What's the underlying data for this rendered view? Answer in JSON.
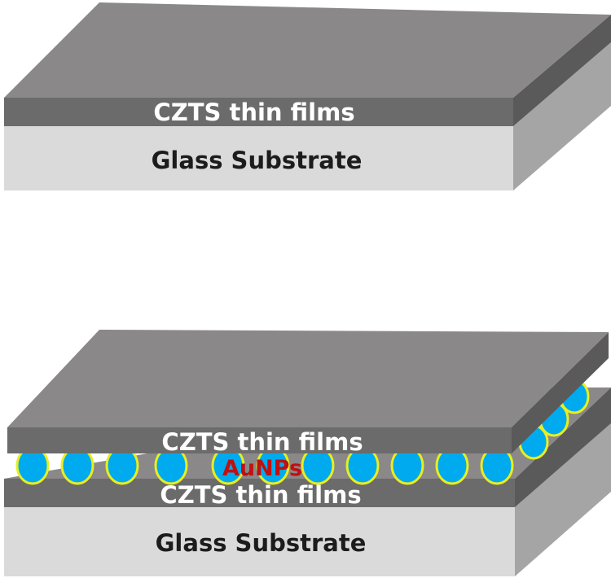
{
  "labels": {
    "top_czts": "CZTS thin films",
    "top_glass": "Glass Substrate",
    "bottom_czts_upper": "CZTS thin films",
    "bottom_aunps": "AuNPs",
    "bottom_czts_lower": "CZTS thin films",
    "bottom_glass": "Glass Substrate"
  },
  "colors": {
    "czts_top_face": "#8a8888",
    "czts_front": "#6b6b6b",
    "czts_side": "#5a5a5a",
    "glass_front": "#dadada",
    "glass_side": "#a5a5a5",
    "nanoparticle_fill": "#00aaee",
    "nanoparticle_outline": "#e8ee20",
    "aunps_label": "#c01010"
  }
}
